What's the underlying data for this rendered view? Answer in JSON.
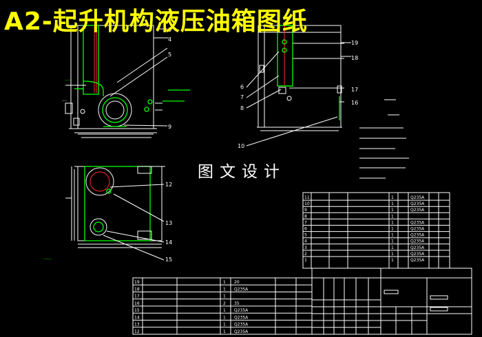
{
  "title": "A2-起升机构液压油箱图纸",
  "watermark": "图文设计",
  "balloons": {
    "front_view": [
      "3",
      "4",
      "5",
      "9"
    ],
    "side_view": [
      "19",
      "18",
      "17",
      "16",
      "6",
      "7",
      "8",
      "10"
    ],
    "top_view": [
      "12",
      "13",
      "14",
      "15"
    ]
  },
  "parts_small": [
    {
      "no": "11",
      "qty": "1",
      "material": "Q235A"
    },
    {
      "no": "10",
      "qty": "1",
      "material": "Q235A"
    },
    {
      "no": "9",
      "qty": "1",
      "material": "Q235A"
    },
    {
      "no": "8",
      "qty": "1",
      "material": ""
    },
    {
      "no": "7",
      "qty": "1",
      "material": "Q235A"
    },
    {
      "no": "6",
      "qty": "1",
      "material": "Q235A"
    },
    {
      "no": "5",
      "qty": "1",
      "material": "Q235A"
    },
    {
      "no": "4",
      "qty": "1",
      "material": "Q235A"
    },
    {
      "no": "3",
      "qty": "1",
      "material": "Q235A"
    },
    {
      "no": "2",
      "qty": "1",
      "material": "Q235A"
    },
    {
      "no": "1",
      "qty": "1",
      "material": "Q235A"
    }
  ],
  "parts_large": [
    {
      "no": "19",
      "qty": "1",
      "material": "20"
    },
    {
      "no": "18",
      "qty": "1",
      "material": "Q235A"
    },
    {
      "no": "17",
      "qty": "1",
      "material": ""
    },
    {
      "no": "16",
      "qty": "2",
      "material": "35"
    },
    {
      "no": "15",
      "qty": "1",
      "material": "Q235A"
    },
    {
      "no": "14",
      "qty": "1",
      "material": "Q235A"
    },
    {
      "no": "13",
      "qty": "1",
      "material": "Q235A"
    },
    {
      "no": "12",
      "qty": "1",
      "material": "Q235A"
    }
  ]
}
